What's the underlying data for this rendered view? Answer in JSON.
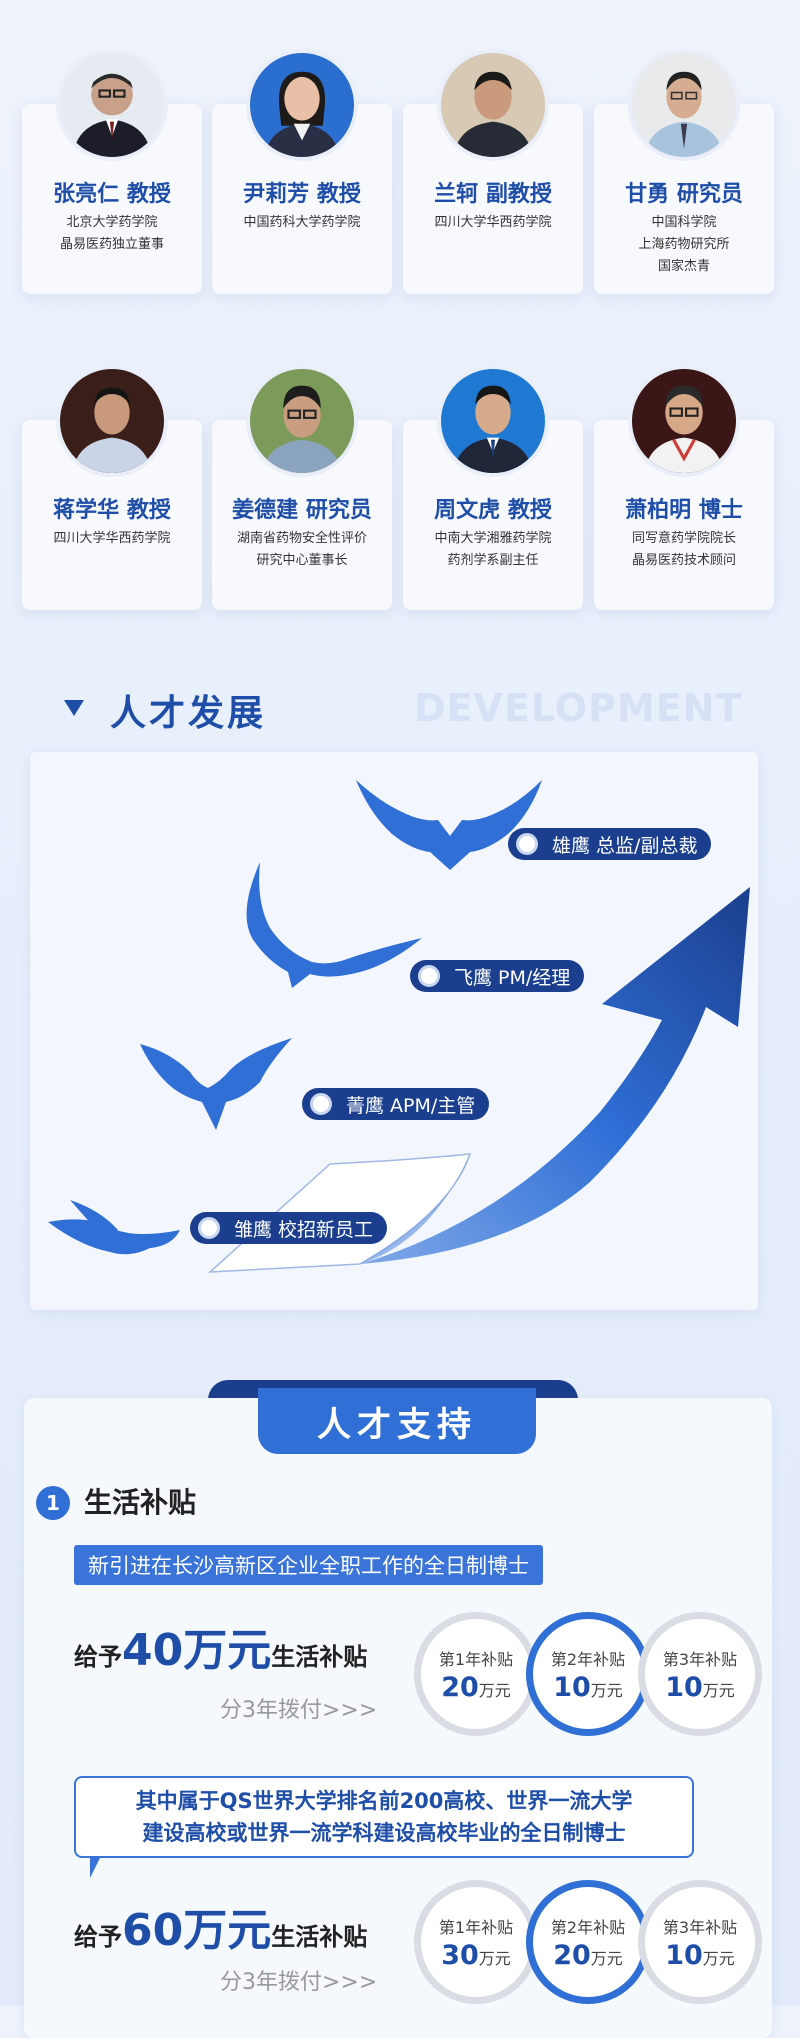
{
  "experts": [
    {
      "name": "张亮仁 教授",
      "desc": [
        "北京大学药学院",
        "晶易医药独立董事"
      ]
    },
    {
      "name": "尹莉芳 教授",
      "desc": [
        "中国药科大学药学院"
      ]
    },
    {
      "name": "兰轲 副教授",
      "desc": [
        "四川大学华西药学院"
      ]
    },
    {
      "name": "甘勇 研究员",
      "desc": [
        "中国科学院",
        "上海药物研究所",
        "国家杰青"
      ]
    },
    {
      "name": "蒋学华 教授",
      "desc": [
        "四川大学华西药学院"
      ]
    },
    {
      "name": "姜德建 研究员",
      "desc": [
        "湖南省药物安全性评价",
        "研究中心董事长"
      ]
    },
    {
      "name": "周文虎 教授",
      "desc": [
        "中南大学湘雅药学院",
        "药剂学系副主任"
      ]
    },
    {
      "name": "萧柏明 博士",
      "desc": [
        "同写意药学院院长",
        "晶易医药技术顾问"
      ]
    }
  ],
  "development": {
    "title": "人才发展",
    "bg_title": "DEVELOPMENT",
    "levels": [
      {
        "label": "雏鹰  校招新员工"
      },
      {
        "label": "菁鹰  APM/主管"
      },
      {
        "label": "飞鹰  PM/经理"
      },
      {
        "label": "雄鹰  总监/副总裁"
      }
    ]
  },
  "support": {
    "title": "人才支持",
    "item_number": "1",
    "item_title": "生活补贴",
    "block1": {
      "banner": "新引进在长沙高新区企业全职工作的全日制博士",
      "give_prefix": "给予",
      "give_amount": "40万元",
      "give_suffix": "生活补贴",
      "split": "分3年拨付>>>",
      "years": [
        {
          "year": "第1年补贴",
          "amount": "20",
          "unit": "万元"
        },
        {
          "year": "第2年补贴",
          "amount": "10",
          "unit": "万元"
        },
        {
          "year": "第3年补贴",
          "amount": "10",
          "unit": "万元"
        }
      ]
    },
    "block2": {
      "banner_line1": "其中属于QS世界大学排名前200高校、世界一流大学",
      "banner_line2": "建设高校或世界一流学科建设高校毕业的全日制博士",
      "give_prefix": "给予",
      "give_amount": "60万元",
      "give_suffix": "生活补贴",
      "split": "分3年拨付>>>",
      "years": [
        {
          "year": "第1年补贴",
          "amount": "30",
          "unit": "万元"
        },
        {
          "year": "第2年补贴",
          "amount": "20",
          "unit": "万元"
        },
        {
          "year": "第3年补贴",
          "amount": "10",
          "unit": "万元"
        }
      ]
    }
  },
  "colors": {
    "primary": "#1f4ea8",
    "accent": "#2f6fd6",
    "dark": "#1b3f8e"
  }
}
